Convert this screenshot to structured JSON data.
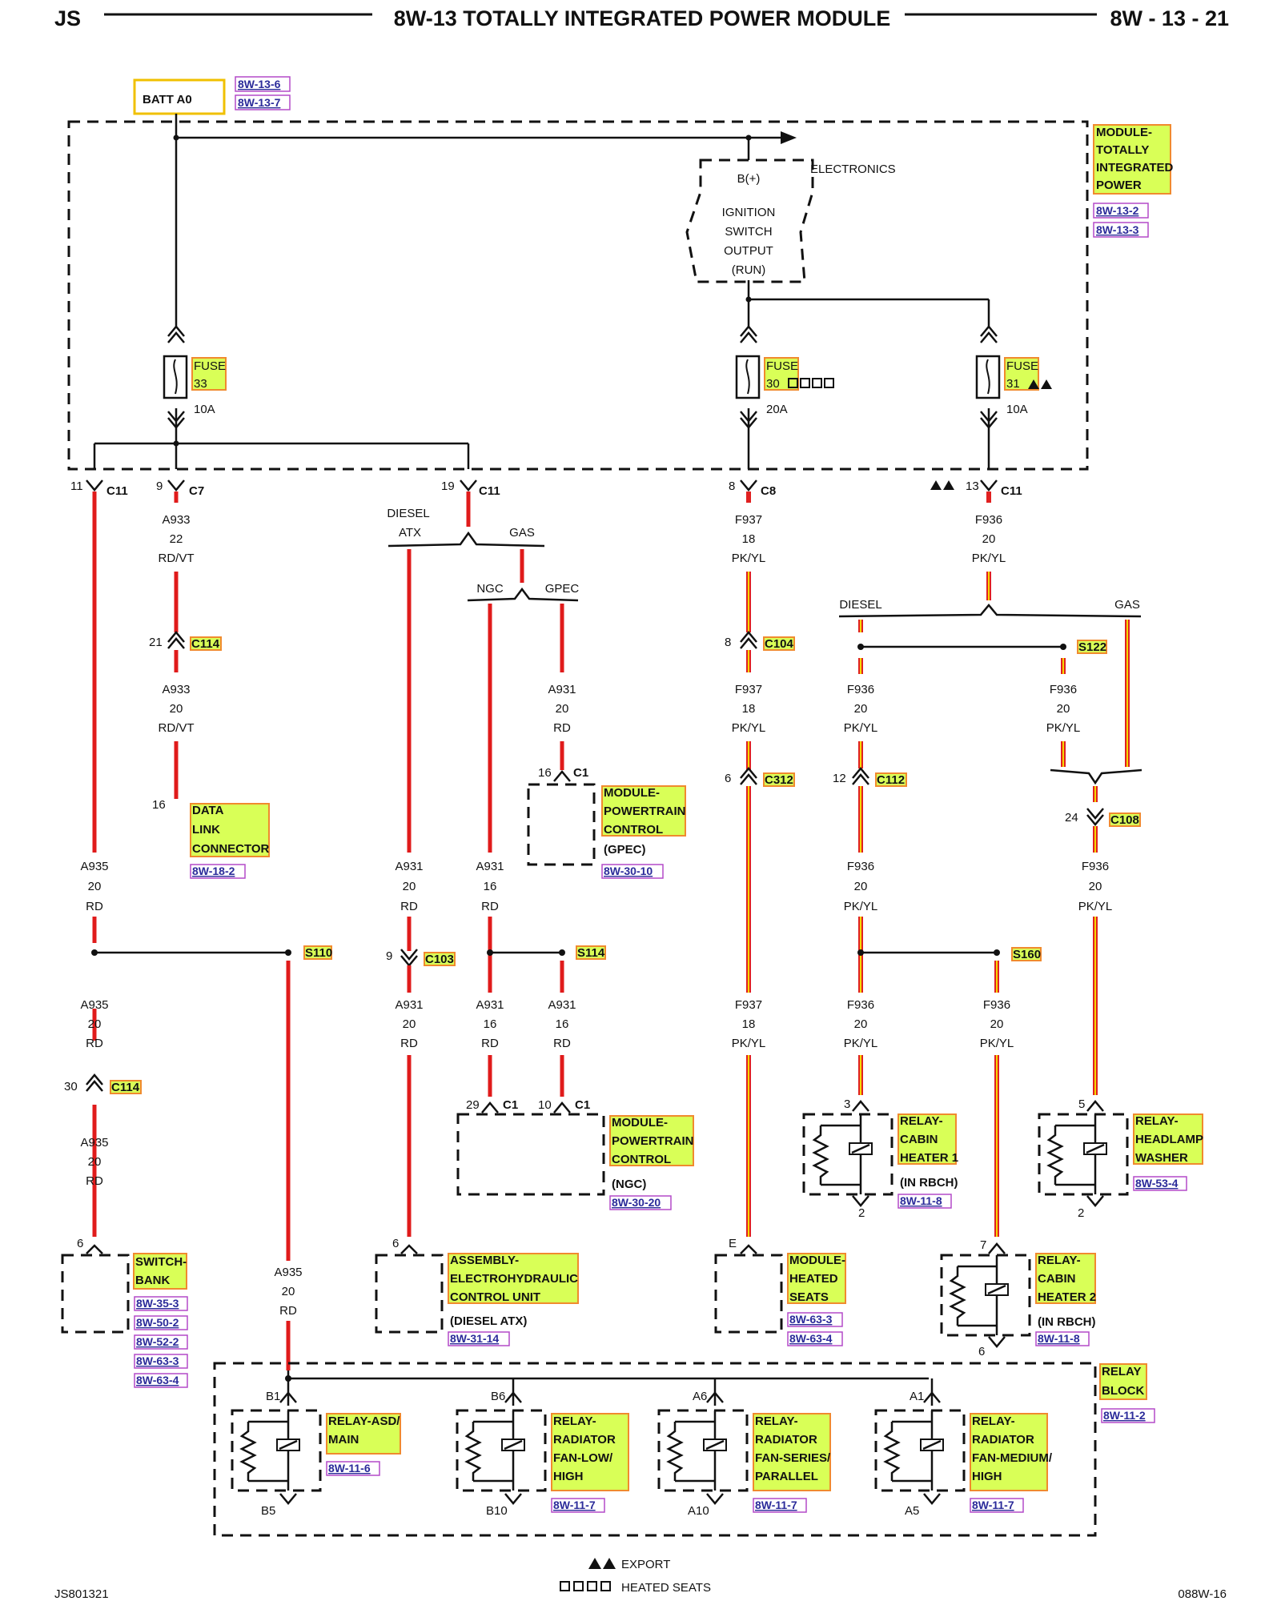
{
  "header": {
    "left": "JS",
    "title": "8W-13 TOTALLY INTEGRATED POWER MODULE",
    "page": "8W - 13 - 21"
  },
  "footer": {
    "left": "JS801321",
    "right": "088W-16"
  },
  "legend": {
    "export": "EXPORT",
    "heated_seats": "HEATED SEATS"
  },
  "batt": {
    "label": "BATT A0",
    "refs": [
      "8W-13-6",
      "8W-13-7"
    ]
  },
  "tipm": {
    "name": [
      "MODULE-",
      "TOTALLY",
      "INTEGRATED",
      "POWER"
    ],
    "refs": [
      "8W-13-2",
      "8W-13-3"
    ]
  },
  "ignition": {
    "lines": [
      "B(+)",
      "IGNITION",
      "SWITCH",
      "OUTPUT",
      "(RUN)"
    ],
    "electronics": "ELECTRONICS"
  },
  "fuses": [
    {
      "name": "FUSE",
      "num": "33",
      "amps": "10A"
    },
    {
      "name": "FUSE",
      "num": "30",
      "amps": "20A"
    },
    {
      "name": "FUSE",
      "num": "31",
      "amps": "10A"
    }
  ],
  "connectors": {
    "c11a": {
      "pin": "11",
      "name": "C11"
    },
    "c7": {
      "pin": "9",
      "name": "C7"
    },
    "c11b": {
      "pin": "19",
      "name": "C11"
    },
    "c8": {
      "pin": "8",
      "name": "C8"
    },
    "c11c": {
      "pin": "13",
      "name": "C11"
    },
    "c114a": {
      "pin": "21",
      "name": "C114"
    },
    "c104": {
      "pin": "8",
      "name": "C104"
    },
    "c312": {
      "pin": "6",
      "name": "C312"
    },
    "c112": {
      "pin": "12",
      "name": "C112"
    },
    "c108": {
      "pin": "24",
      "name": "C108"
    },
    "c103": {
      "pin": "9",
      "name": "C103"
    },
    "c114b": {
      "pin": "30",
      "name": "C114"
    }
  },
  "splices": {
    "s110": "S110",
    "s114": "S114",
    "s122": "S122",
    "s160": "S160"
  },
  "branches": {
    "diesel": "DIESEL",
    "atx": "ATX",
    "gas": "GAS",
    "ngc": "NGC",
    "gpec": "GPEC",
    "diesel2": "DIESEL",
    "gas2": "GAS"
  },
  "wires": {
    "a933a": [
      "A933",
      "22",
      "RD/VT"
    ],
    "a933b": [
      "A933",
      "20",
      "RD/VT"
    ],
    "a935a": [
      "A935",
      "20",
      "RD"
    ],
    "a935b": [
      "A935",
      "20",
      "RD"
    ],
    "a935c": [
      "A935",
      "20",
      "RD"
    ],
    "a935d": [
      "A935",
      "20",
      "RD"
    ],
    "a931a": [
      "A931",
      "20",
      "RD"
    ],
    "a931b": [
      "A931",
      "20",
      "RD"
    ],
    "a931c": [
      "A931",
      "20",
      "RD"
    ],
    "a931d": [
      "A931",
      "16",
      "RD"
    ],
    "a931e": [
      "A931",
      "16",
      "RD"
    ],
    "a931f": [
      "A931",
      "16",
      "RD"
    ],
    "f937a": [
      "F937",
      "18",
      "PK/YL"
    ],
    "f937b": [
      "F937",
      "18",
      "PK/YL"
    ],
    "f937c": [
      "F937",
      "18",
      "PK/YL"
    ],
    "f936a": [
      "F936",
      "20",
      "PK/YL"
    ],
    "f936b": [
      "F936",
      "20",
      "PK/YL"
    ],
    "f936c": [
      "F936",
      "20",
      "PK/YL"
    ],
    "f936d": [
      "F936",
      "20",
      "PK/YL"
    ],
    "f936e": [
      "F936",
      "20",
      "PK/YL"
    ],
    "f936f": [
      "F936",
      "20",
      "PK/YL"
    ],
    "f936g": [
      "F936",
      "20",
      "PK/YL"
    ]
  },
  "components": {
    "dlc": {
      "pin": "16",
      "name": [
        "DATA",
        "LINK",
        "CONNECTOR"
      ],
      "refs": [
        "8W-18-2"
      ]
    },
    "pcm_gpec": {
      "pin": "16",
      "conn": "C1",
      "name": [
        "MODULE-",
        "POWERTRAIN",
        "CONTROL"
      ],
      "note": "(GPEC)",
      "refs": [
        "8W-30-10"
      ]
    },
    "pcm_ngc": {
      "pin1": "29",
      "conn1": "C1",
      "pin2": "10",
      "conn2": "C1",
      "name": [
        "MODULE-",
        "POWERTRAIN",
        "CONTROL"
      ],
      "note": "(NGC)",
      "refs": [
        "8W-30-20"
      ]
    },
    "switch_bank": {
      "pin": "6",
      "name": [
        "SWITCH-",
        "BANK"
      ],
      "refs": [
        "8W-35-3",
        "8W-50-2",
        "8W-52-2",
        "8W-63-3",
        "8W-63-4"
      ]
    },
    "ehcu": {
      "pin": "6",
      "name": [
        "ASSEMBLY-",
        "ELECTROHYDRAULIC",
        "CONTROL UNIT"
      ],
      "note": "(DIESEL ATX)",
      "refs": [
        "8W-31-14"
      ]
    },
    "heated_seats": {
      "pin": "E",
      "name": [
        "MODULE-",
        "HEATED",
        "SEATS"
      ],
      "refs": [
        "8W-63-3",
        "8W-63-4"
      ]
    },
    "cabin1": {
      "pin": "3",
      "pin2": "2",
      "name": [
        "RELAY-",
        "CABIN",
        "HEATER 1"
      ],
      "note": "(IN RBCH)",
      "refs": [
        "8W-11-8"
      ]
    },
    "headlamp": {
      "pin": "5",
      "pin2": "2",
      "name": [
        "RELAY-",
        "HEADLAMP",
        "WASHER"
      ],
      "refs": [
        "8W-53-4"
      ]
    },
    "cabin2": {
      "pin": "7",
      "pin2": "6",
      "name": [
        "RELAY-",
        "CABIN",
        "HEATER 2"
      ],
      "note": "(IN RBCH)",
      "refs": [
        "8W-11-8"
      ]
    }
  },
  "relay_block": {
    "name": [
      "RELAY",
      "BLOCK"
    ],
    "refs": [
      "8W-11-2"
    ],
    "relays": [
      {
        "in": "B1",
        "out": "B5",
        "name": [
          "RELAY-ASD/",
          "MAIN"
        ],
        "refs": [
          "8W-11-6"
        ]
      },
      {
        "in": "B6",
        "out": "B10",
        "name": [
          "RELAY-",
          "RADIATOR",
          "FAN-LOW/",
          "HIGH"
        ],
        "refs": [
          "8W-11-7"
        ]
      },
      {
        "in": "A6",
        "out": "A10",
        "name": [
          "RELAY-",
          "RADIATOR",
          "FAN-SERIES/",
          "PARALLEL"
        ],
        "refs": [
          "8W-11-7"
        ]
      },
      {
        "in": "A1",
        "out": "A5",
        "name": [
          "RELAY-",
          "RADIATOR",
          "FAN-MEDIUM/",
          "HIGH"
        ],
        "refs": [
          "8W-11-7"
        ]
      }
    ]
  }
}
